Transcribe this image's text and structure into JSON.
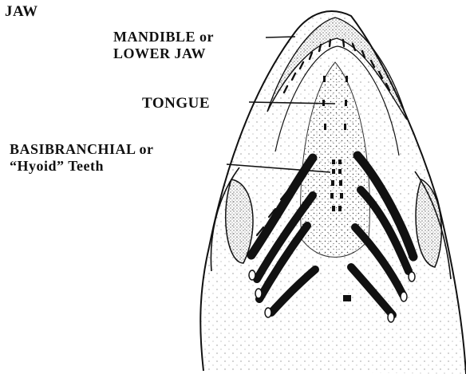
{
  "figure": {
    "title": "JAW",
    "labels": {
      "mandible": {
        "line1": "MANDIBLE or",
        "line2": "LOWER JAW"
      },
      "tongue": "TONGUE",
      "basibranchial": {
        "line1": "BASIBRANCHIAL or",
        "line2": "“Hyoid” Teeth"
      }
    },
    "colors": {
      "ink": "#111111",
      "paper": "#ffffff",
      "stipple": "#555555"
    }
  }
}
